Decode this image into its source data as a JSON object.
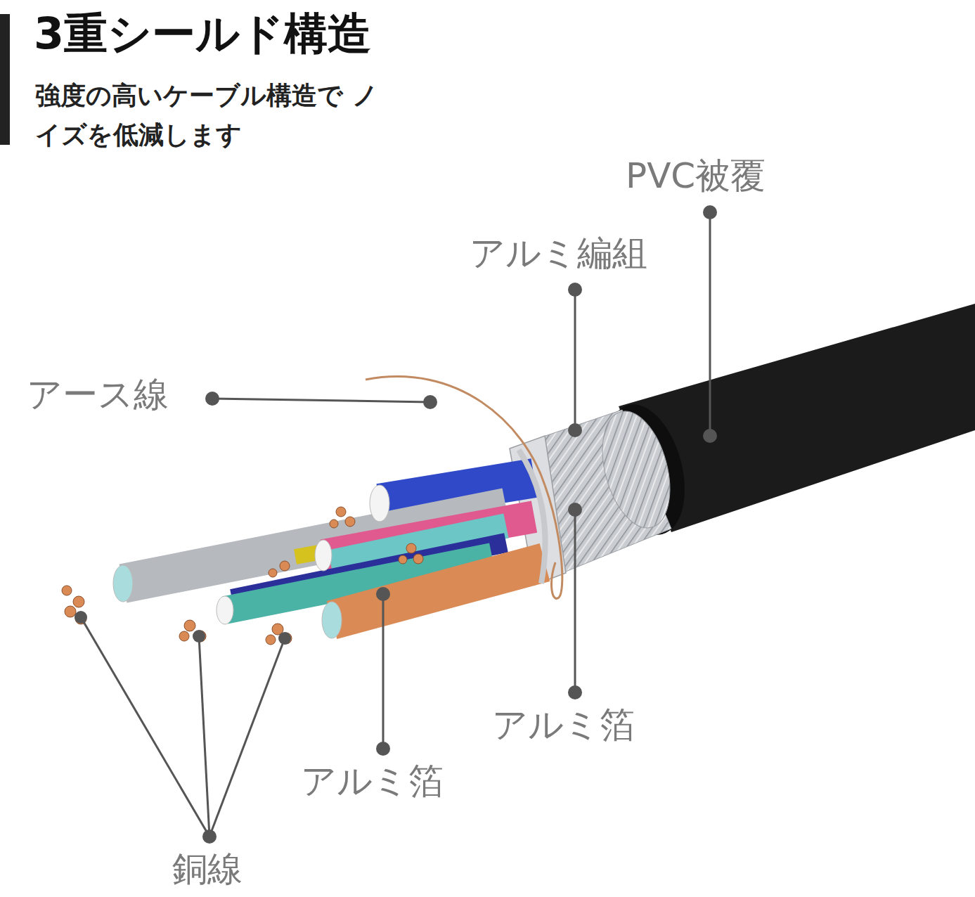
{
  "diagram": {
    "title": "3重シールド構造",
    "caption": "強度の高いケーブル構造で ノイズを低減します",
    "labels": [
      "PVC被覆",
      "アルミ編組",
      "アース線",
      "アルミ箔",
      "アルミ箔",
      "銅線"
    ]
  }
}
